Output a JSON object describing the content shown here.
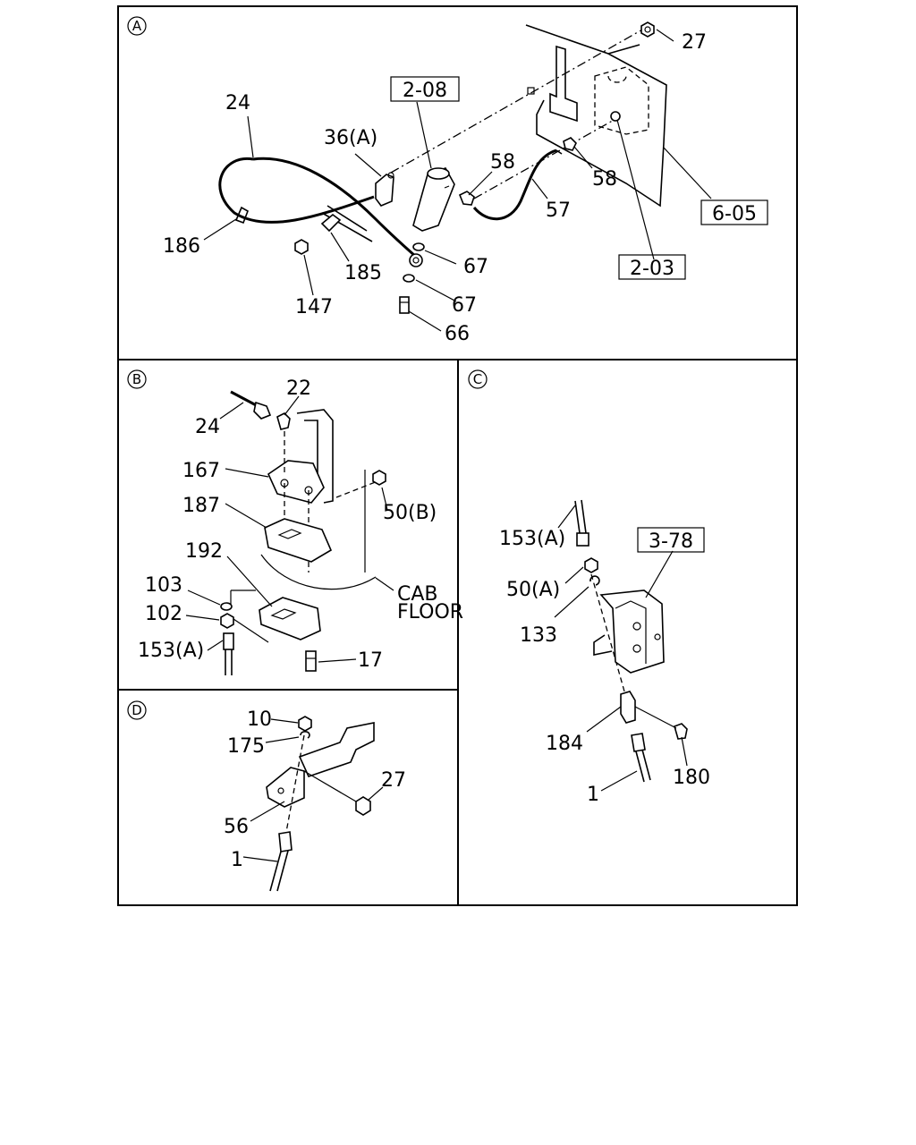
{
  "sections": {
    "A": {
      "marker": "A",
      "labels": [
        "27",
        "24",
        "36(A)",
        "58",
        "58",
        "57",
        "186",
        "185",
        "67",
        "67",
        "147",
        "66"
      ],
      "refs": [
        "2-08",
        "6-05",
        "2-03"
      ]
    },
    "B": {
      "marker": "B",
      "labels": [
        "22",
        "24",
        "167",
        "50(B)",
        "187",
        "192",
        "103",
        "102",
        "153(A)",
        "17"
      ],
      "cab_floor": [
        "CAB",
        "FLOOR"
      ]
    },
    "C": {
      "marker": "C",
      "labels": [
        "153(A)",
        "50(A)",
        "133",
        "184",
        "180",
        "1"
      ],
      "refs": [
        "3-78"
      ]
    },
    "D": {
      "marker": "D",
      "labels": [
        "10",
        "175",
        "27",
        "56",
        "1"
      ]
    }
  }
}
